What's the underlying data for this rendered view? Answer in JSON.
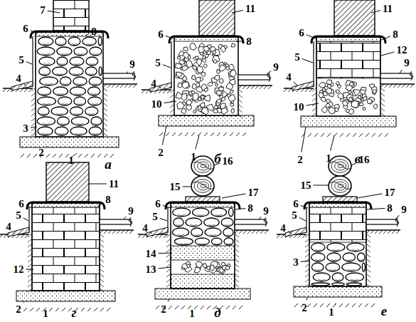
{
  "diagram": {
    "labels": [
      "7",
      "8",
      "6",
      "5",
      "4",
      "9",
      "3",
      "2",
      "1",
      "а",
      "11",
      "6",
      "8",
      "5",
      "9",
      "4",
      "10",
      "2",
      "1",
      "б",
      "11",
      "6",
      "8",
      "5",
      "12",
      "4",
      "9",
      "10",
      "2",
      "1",
      "в",
      "11",
      "6",
      "8",
      "5",
      "9",
      "4",
      "12",
      "2",
      "1",
      "г",
      "16",
      "15",
      "17",
      "6",
      "8",
      "5",
      "9",
      "4",
      "14",
      "13",
      "2",
      "1",
      "д",
      "15",
      "16",
      "17",
      "6",
      "8",
      "5",
      "4",
      "9",
      "3",
      "2",
      "1",
      "е"
    ]
  }
}
